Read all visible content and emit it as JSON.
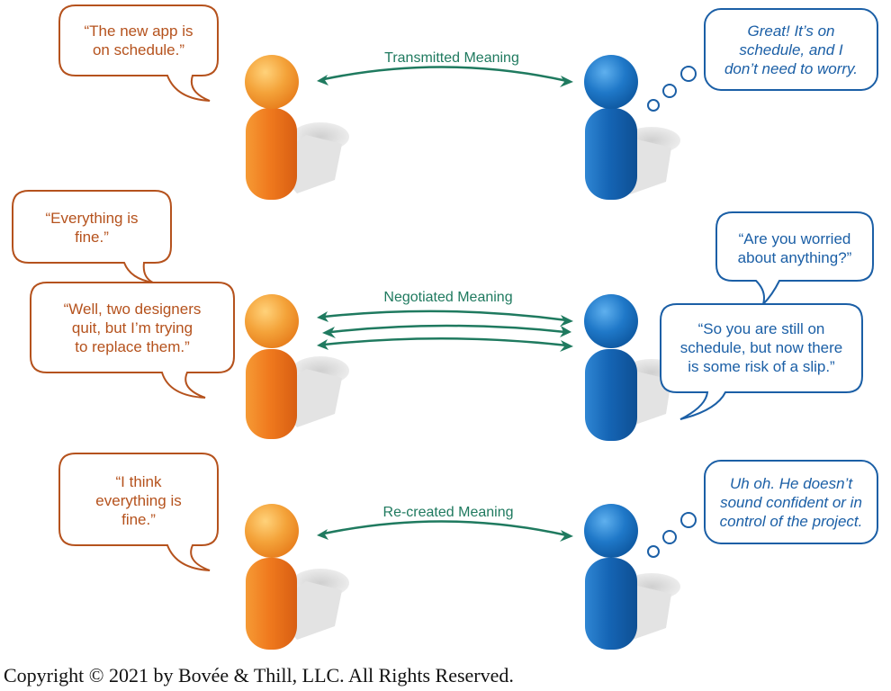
{
  "rows": [
    {
      "label": "Transmitted Meaning",
      "speaker_bubbles": [
        "“The new app is\non schedule.”"
      ],
      "listener_bubbles": [
        "Great! It’s on\nschedule, and I\ndon’t need to worry."
      ],
      "listener_bubble_type": "thought"
    },
    {
      "label": "Negotiated Meaning",
      "speaker_bubbles": [
        "“Everything is\nfine.”",
        "“Well, two designers\nquit, but I’m trying\nto replace them.”"
      ],
      "listener_bubbles": [
        "“Are you worried\nabout anything?”",
        "“So you are still on\nschedule, but now there\nis some risk of a slip.”"
      ],
      "listener_bubble_type": "speech"
    },
    {
      "label": "Re-created Meaning",
      "speaker_bubbles": [
        "“I think\neverything is\nfine.”"
      ],
      "listener_bubbles": [
        "Uh oh. He doesn’t\nsound confident or in\ncontrol of the project."
      ],
      "listener_bubble_type": "thought"
    }
  ],
  "copyright": "Copyright © 2021 by Bovée & Thill, LLC. All Rights Reserved.",
  "colors": {
    "speaker_figure": "#f07a1e",
    "speaker_head": "#f4a33a",
    "speaker_text": "#b5521d",
    "speaker_border": "#b5521d",
    "listener_figure": "#1565b5",
    "listener_head": "#1f78c8",
    "listener_text": "#1b5fa6",
    "listener_border": "#1b5fa6",
    "arrow": "#1f7a5f",
    "shadow": "#d9d9d9"
  }
}
